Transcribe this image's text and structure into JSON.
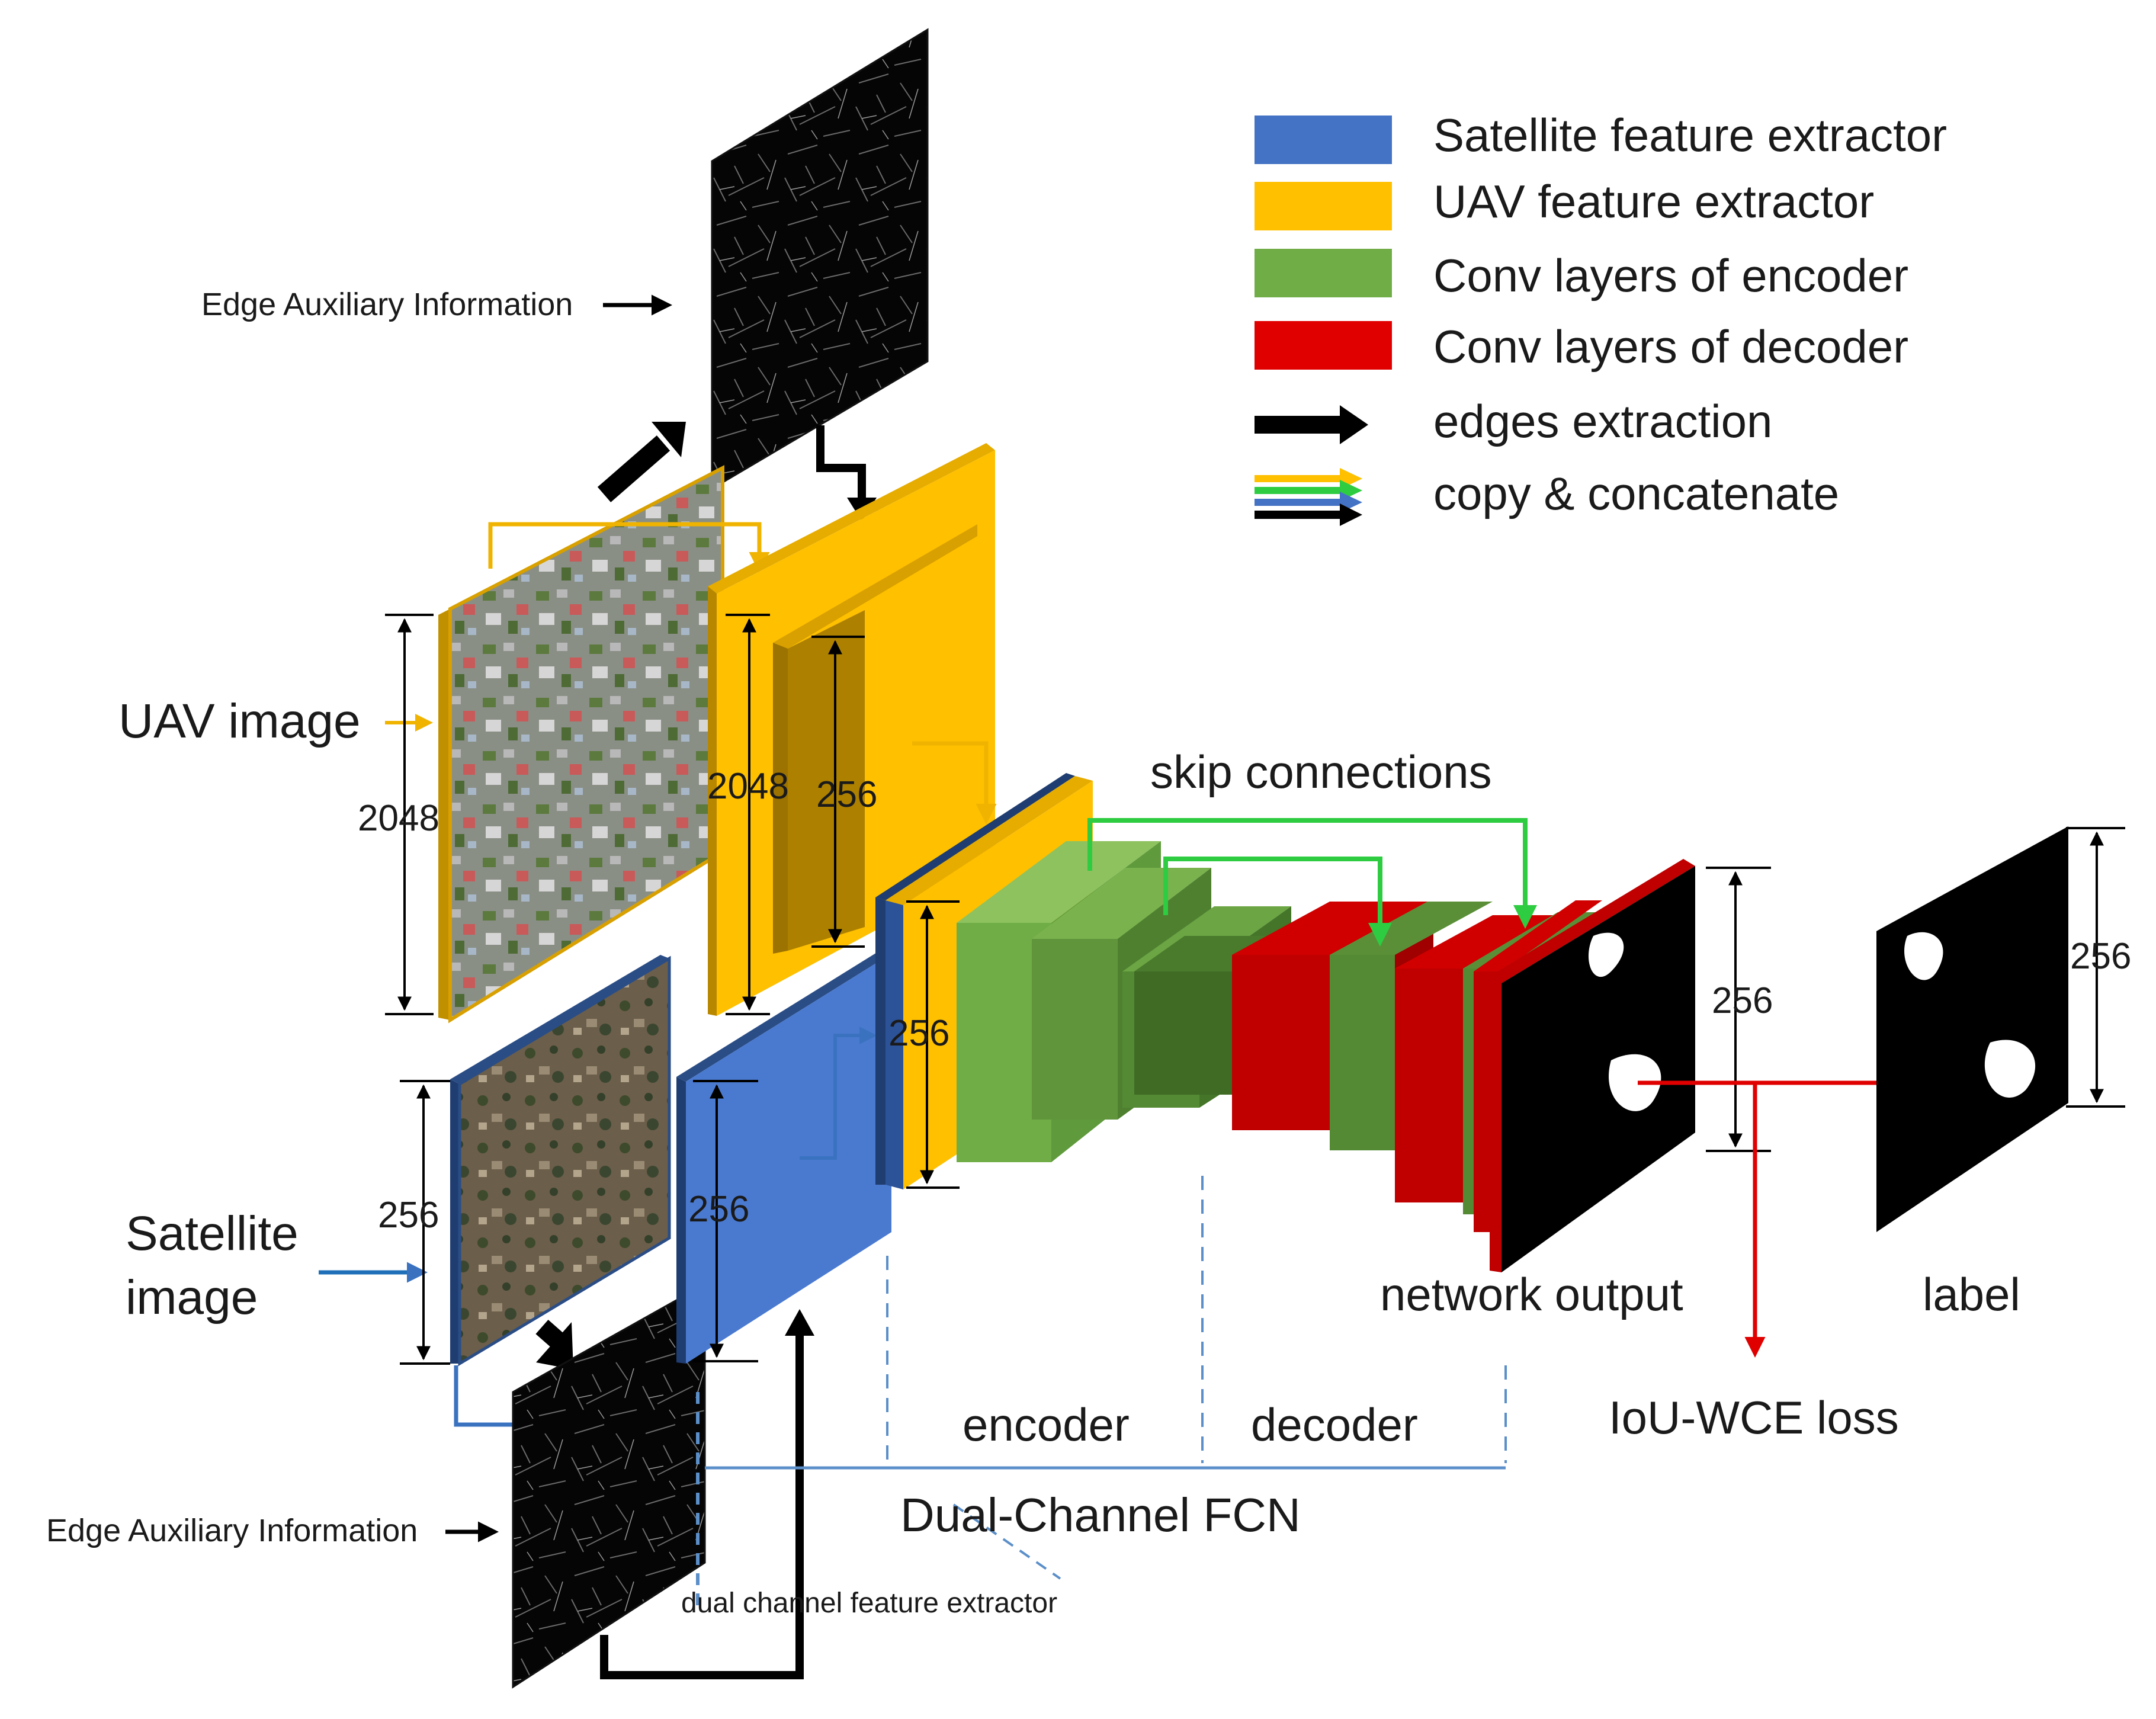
{
  "legend": {
    "items": [
      {
        "label": "Satellite feature extractor",
        "color": "#4472c4"
      },
      {
        "label": "UAV feature extractor",
        "color": "#ffc000"
      },
      {
        "label": "Conv layers of encoder",
        "color": "#70ad47"
      },
      {
        "label": "Conv layers of decoder",
        "color": "#e00000"
      },
      {
        "label": "edges extraction",
        "color": "#000000"
      },
      {
        "label": "copy & concatenate",
        "colors": [
          "#ffc000",
          "#2ecc40",
          "#4472c4",
          "#000000"
        ]
      }
    ]
  },
  "labels": {
    "edge_aux_top": "Edge Auxiliary Information",
    "edge_aux_bottom": "Edge Auxiliary Information",
    "uav_image": "UAV image",
    "satellite_line1": "Satellite",
    "satellite_line2": "image",
    "skip_connections": "skip connections",
    "network_output": "network output",
    "label": "label",
    "loss": "IoU-WCE loss",
    "encoder": "encoder",
    "decoder": "decoder",
    "fcn": "Dual-Channel FCN",
    "dual_extractor": "dual channel feature extractor"
  },
  "dims": {
    "uav_image": "2048",
    "uav_extractor_outer": "2048",
    "uav_extractor_inner": "256",
    "sat_image": "256",
    "sat_extractor": "256",
    "concat_block": "256",
    "output": "256",
    "label": "256"
  },
  "colors": {
    "satellite": "#4472c4",
    "uav": "#ffc000",
    "encoder": "#70ad47",
    "decoder": "#c00000",
    "skip": "#2ecc40",
    "loss_line": "#e00000",
    "dashed": "#5b8fc9"
  }
}
